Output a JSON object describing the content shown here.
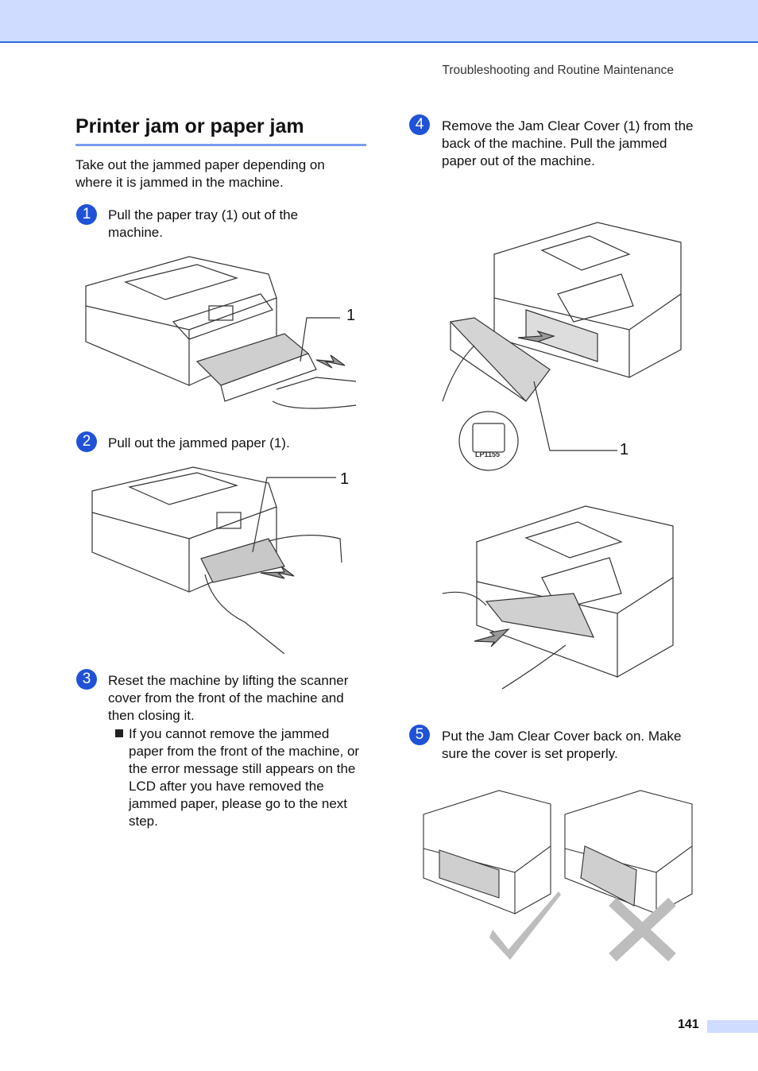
{
  "header": {
    "running_head": "Troubleshooting and Routine Maintenance"
  },
  "section": {
    "title": "Printer jam or paper jam",
    "intro": "Take out the jammed paper depending on where it is jammed in the machine."
  },
  "steps": [
    {
      "num": "1",
      "text": "Pull the paper tray (1) out of the machine.",
      "callout": "1"
    },
    {
      "num": "2",
      "text": "Pull out the jammed paper (1).",
      "callout": "1"
    },
    {
      "num": "3",
      "text": "Reset the machine by lifting the scanner cover from the front of the machine and then closing it.",
      "sub_bullet": "If you cannot remove the jammed paper from the front of the machine, or the error message still appears on the LCD after you have removed the jammed paper, please go to the next step."
    },
    {
      "num": "4",
      "text": "Remove the Jam Clear Cover (1) from the back of the machine. Pull the jammed paper out of the machine.",
      "callout": "1",
      "badge": "LP1155"
    },
    {
      "num": "5",
      "text": "Put the Jam Clear Cover back on. Make sure the cover is set properly."
    }
  ],
  "footer": {
    "page_number": "141"
  },
  "colors": {
    "accent": "#1f52d6",
    "band": "#cfdcff",
    "rule": "#7a9cf0"
  }
}
